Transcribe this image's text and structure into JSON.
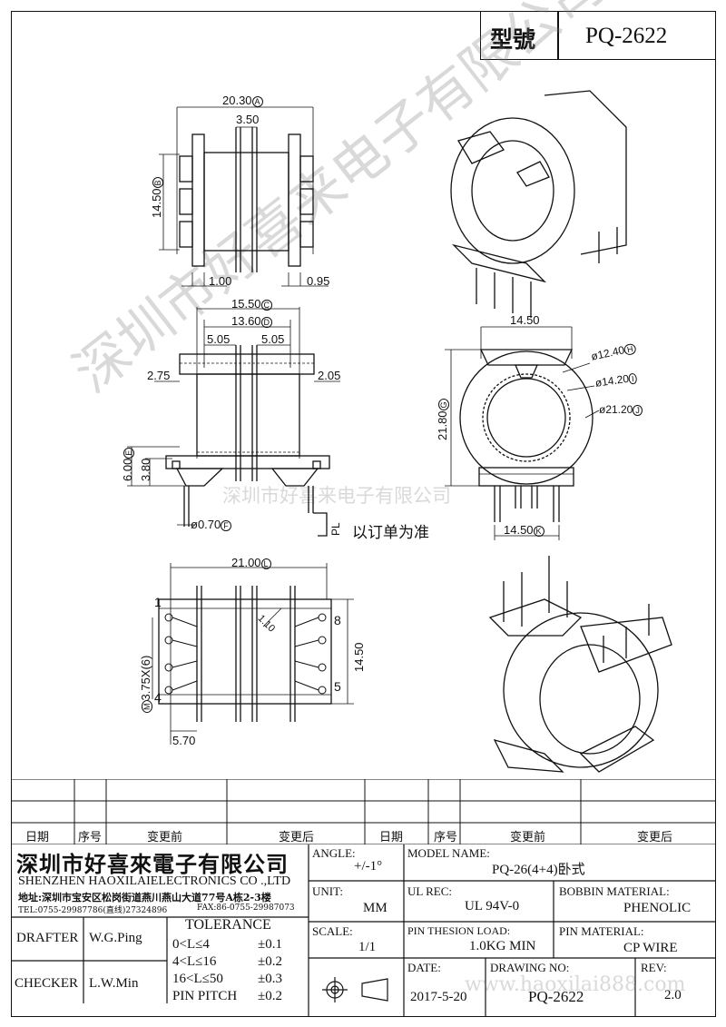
{
  "header": {
    "model_label": "型號",
    "model_value": "PQ-2622"
  },
  "dims": {
    "top_width": "20.30",
    "top_width_tag": "A",
    "top_center": "3.50",
    "top_height": "14.50",
    "top_height_tag": "B",
    "top_left_pin": "1.00",
    "top_right_pin": "0.95",
    "side_outer": "15.50",
    "side_outer_tag": "C",
    "side_inner": "13.60",
    "side_inner_tag": "D",
    "side_left_gap": "5.05",
    "side_right_gap": "5.05",
    "side_left_edge": "2.75",
    "side_right_edge": "2.05",
    "side_total_h": "6.00",
    "side_total_h_tag": "E",
    "side_base_h": "3.80",
    "side_pin_dia": "ø0.70",
    "side_pin_dia_tag": "F",
    "side_pin_len": "PL",
    "side_note": "以订单为准",
    "front_width": "14.50",
    "front_d1": "ø12.40",
    "front_d1_tag": "H",
    "front_d2": "ø14.20",
    "front_d2_tag": "I",
    "front_d3": "ø21.20",
    "front_d3_tag": "J",
    "front_height": "21.80",
    "front_height_tag": "G",
    "front_base": "14.50",
    "front_base_tag": "K",
    "bottom_width": "21.00",
    "bottom_width_tag": "L",
    "bottom_height": "14.50",
    "bottom_pitch": "3.75X(6)",
    "bottom_pitch_tag": "M",
    "bottom_offset": "5.70",
    "bottom_slot": "1.10",
    "pin_1": "1",
    "pin_4": "4",
    "pin_5": "5",
    "pin_8": "8"
  },
  "watermark": {
    "big": "深圳市好喜来电子有限公司",
    "small": "深圳市好喜来电子有限公司",
    "url": "www.haoxilai888.com"
  },
  "revision_table": {
    "headers": [
      "日期",
      "序号",
      "变更前",
      "变更后",
      "日期",
      "序号",
      "变更前",
      "变更后"
    ]
  },
  "company": {
    "name_cn": "深圳市好喜來電子有限公司",
    "name_en": "SHENZHEN HAOXILAIELECTRONICS CO .,LTD",
    "address": "地址:深圳市宝安区松岗街道燕川燕山大道77号A栋2-3楼",
    "tel": "TEL:0755-29987786(直线)27324896",
    "fax": "FAX:86-0755-29987073"
  },
  "title_block": {
    "angle_label": "ANGLE:",
    "angle_value": "+/-1°",
    "model_label": "MODEL NAME:",
    "model_value": "PQ-26(4+4)卧式",
    "unit_label": "UNIT:",
    "unit_value": "MM",
    "ul_label": "UL REC:",
    "ul_value": "UL 94V-0",
    "bobbin_label": "BOBBIN MATERIAL:",
    "bobbin_value": "PHENOLIC",
    "drafter_label": "DRAFTER",
    "drafter_value": "W.G.Ping",
    "checker_label": "CHECKER",
    "checker_value": "L.W.Min",
    "tolerance_label": "TOLERANCE",
    "tolerance_rows": [
      {
        "range": "0<L≤4",
        "tol": "±0.1"
      },
      {
        "range": "4<L≤16",
        "tol": "±0.2"
      },
      {
        "range": "16<L≤50",
        "tol": "±0.3"
      },
      {
        "range": "PIN PITCH",
        "tol": "±0.2"
      }
    ],
    "scale_label": "SCALE:",
    "scale_value": "1/1",
    "pin_load_label": "PIN THESION LOAD:",
    "pin_load_value": "1.0KG MIN",
    "pin_mat_label": "PIN MATERIAL:",
    "pin_mat_value": "CP  WIRE",
    "date_label": "DATE:",
    "date_value": "2017-5-20",
    "drawing_label": "DRAWING NO:",
    "drawing_value": "PQ-2622",
    "rev_label": "REV:",
    "rev_value": "2.0"
  }
}
